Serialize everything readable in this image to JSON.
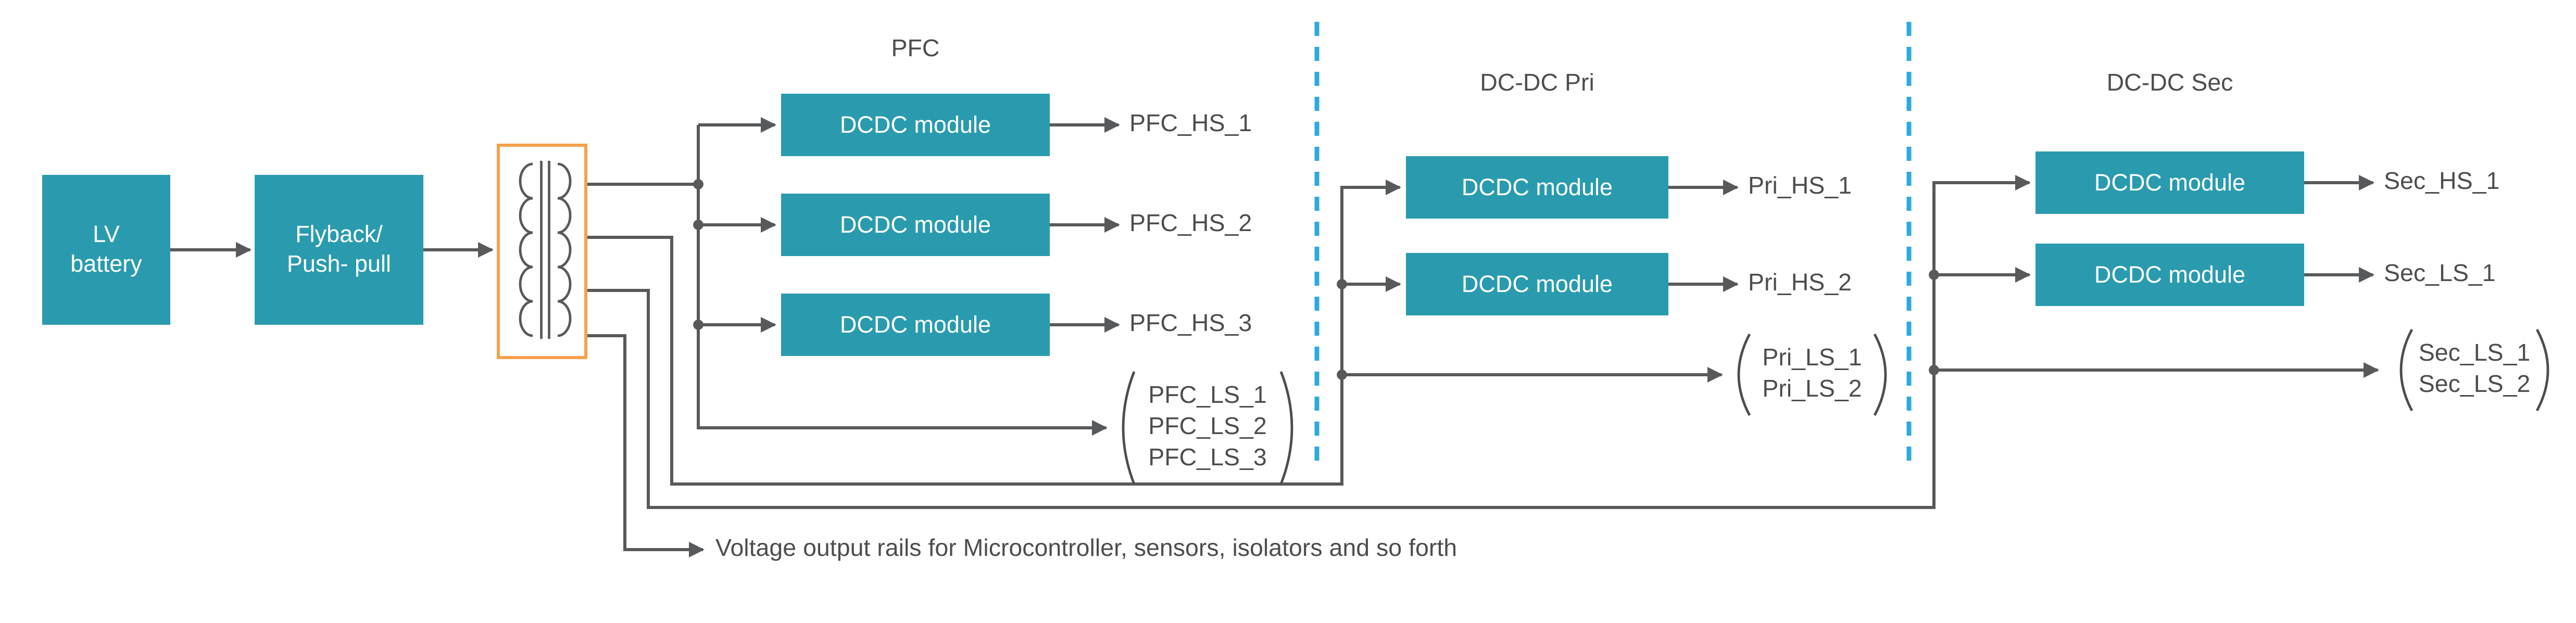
{
  "nodes": {
    "battery": {
      "line1": "LV",
      "line2": "battery"
    },
    "flyback": {
      "line1": "Flyback/",
      "line2": "Push- pull"
    }
  },
  "sections": {
    "pfc": {
      "title": "PFC",
      "modules": [
        "DCDC module",
        "DCDC module",
        "DCDC module"
      ],
      "outputs": [
        "PFC_HS_1",
        "PFC_HS_2",
        "PFC_HS_3"
      ],
      "ls_group": [
        "PFC_LS_1",
        "PFC_LS_2",
        "PFC_LS_3"
      ]
    },
    "pri": {
      "title": "DC-DC Pri",
      "modules": [
        "DCDC module",
        "DCDC module"
      ],
      "outputs": [
        "Pri_HS_1",
        "Pri_HS_2"
      ],
      "ls_group": [
        "Pri_LS_1",
        "Pri_LS_2"
      ]
    },
    "sec": {
      "title": "DC-DC Sec",
      "modules": [
        "DCDC module",
        "DCDC module"
      ],
      "outputs": [
        "Sec_HS_1",
        "Sec_LS_1"
      ],
      "ls_group": [
        "Sec_LS_1",
        "Sec_LS_2"
      ]
    }
  },
  "footer": {
    "note": "Voltage output rails for Microcontroller, sensors, isolators and so forth"
  },
  "colors": {
    "module_fill": "#2A9BAE",
    "wire": "#58595B",
    "separator": "#2EA9E0",
    "transformer_outline": "#F5A14C",
    "text": "#4D4D4D"
  }
}
